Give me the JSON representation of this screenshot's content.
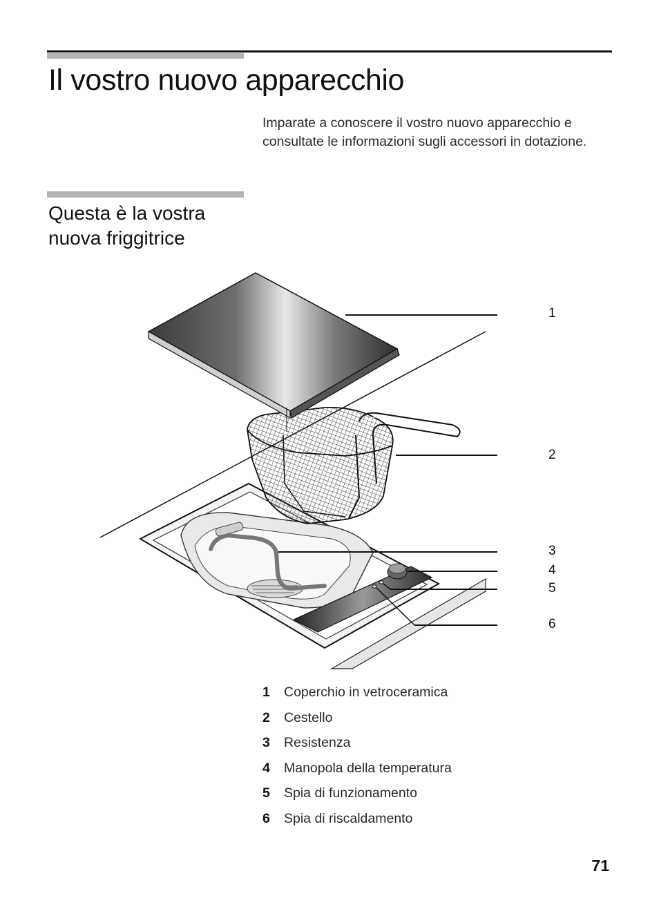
{
  "page": {
    "title": "Il vostro nuovo apparecchio",
    "intro": "Imparate a conoscere il vostro nuovo apparecchio e consultate le informazioni sugli accessori in dotazione.",
    "section_heading_line1": "Questa è la vostra",
    "section_heading_line2": "nuova friggitrice",
    "page_number": "71"
  },
  "callouts": [
    "1",
    "2",
    "3",
    "4",
    "5",
    "6"
  ],
  "legend": [
    {
      "num": "1",
      "label": "Coperchio in vetroceramica"
    },
    {
      "num": "2",
      "label": "Cestello"
    },
    {
      "num": "3",
      "label": "Resistenza"
    },
    {
      "num": "4",
      "label": "Manopola della temperatura"
    },
    {
      "num": "5",
      "label": "Spia di funzionamento"
    },
    {
      "num": "6",
      "label": "Spia di riscaldamento"
    }
  ]
}
